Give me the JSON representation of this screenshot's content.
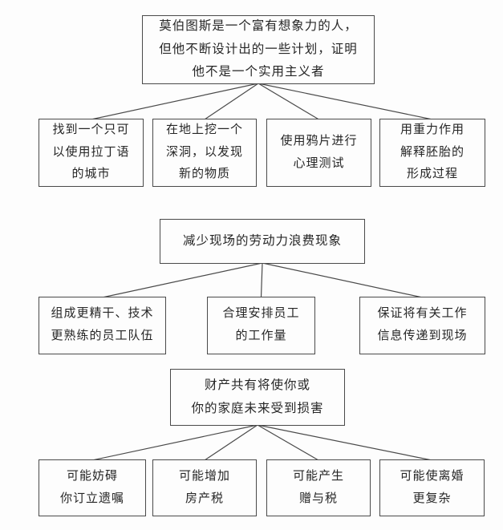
{
  "page": {
    "background_color": "#fdfdfd",
    "line_color": "#4a4a4a",
    "text_color": "#262626"
  },
  "trees": [
    {
      "name": "maupertuis-tree",
      "root": "莫伯图斯是一个富有想象力的人，\n但他不断设计出的一些计划，证明\n他不是一个实用主义者",
      "children": [
        "找到一个只可\n以使用拉丁语\n的城市",
        "在地上挖一个\n深洞，以发现\n新的物质",
        "使用鸦片进行\n心理测试",
        "用重力作用\n解释胚胎的\n形成过程"
      ]
    },
    {
      "name": "labor-waste-tree",
      "root": "减少现场的劳动力浪费现象",
      "children": [
        "组成更精干、技术\n更熟练的员工队伍",
        "合理安排员工\n的工作量",
        "保证将有关工作\n信息传递到现场"
      ]
    },
    {
      "name": "joint-property-tree",
      "root": "财产共有将使你或\n你的家庭未来受到损害",
      "children": [
        "可能妨碍\n你订立遗嘱",
        "可能增加\n房产税",
        "可能产生\n赠与税",
        "可能使离婚\n更复杂"
      ]
    }
  ]
}
